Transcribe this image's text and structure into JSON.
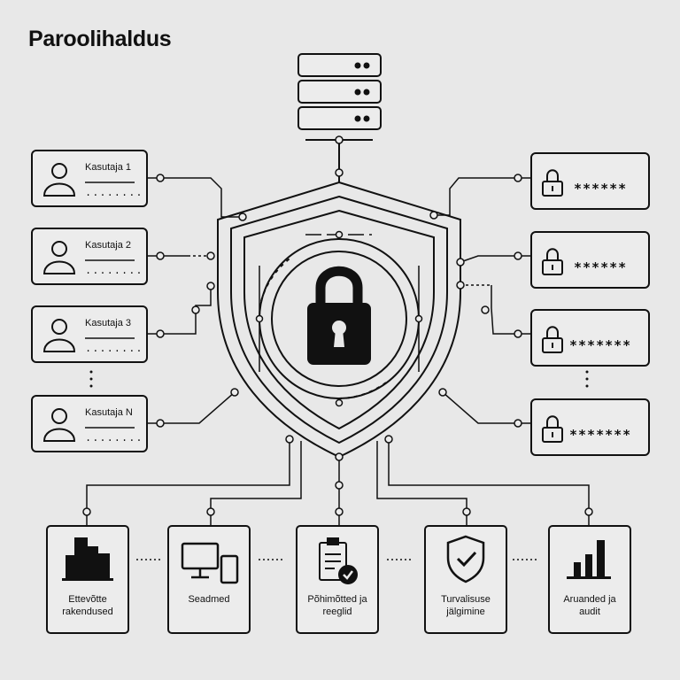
{
  "title": "Paroolihaldus",
  "users": [
    {
      "label": "Kasutaja 1",
      "hint": "........"
    },
    {
      "label": "Kasutaja 2",
      "hint": "........"
    },
    {
      "label": "Kasutaja 3",
      "hint": "........"
    },
    {
      "label": "Kasutaja N",
      "hint": "........"
    }
  ],
  "passwords": [
    "******",
    "******",
    "*******",
    "*******"
  ],
  "bottom": [
    {
      "line1": "Ettevõtte",
      "line2": "rakendused",
      "icon": "building-icon"
    },
    {
      "line1": "Seadmed",
      "line2": "",
      "icon": "devices-icon"
    },
    {
      "line1": "Põhimõtted ja",
      "line2": "reeglid",
      "icon": "clipboard-check-icon"
    },
    {
      "line1": "Turvalisuse",
      "line2": "jälgimine",
      "icon": "shield-check-icon"
    },
    {
      "line1": "Aruanded ja",
      "line2": "audit",
      "icon": "bar-chart-icon"
    }
  ],
  "colors": {
    "background": "#e8e8e8",
    "ink": "#111111",
    "box_fill": "#ececec"
  }
}
